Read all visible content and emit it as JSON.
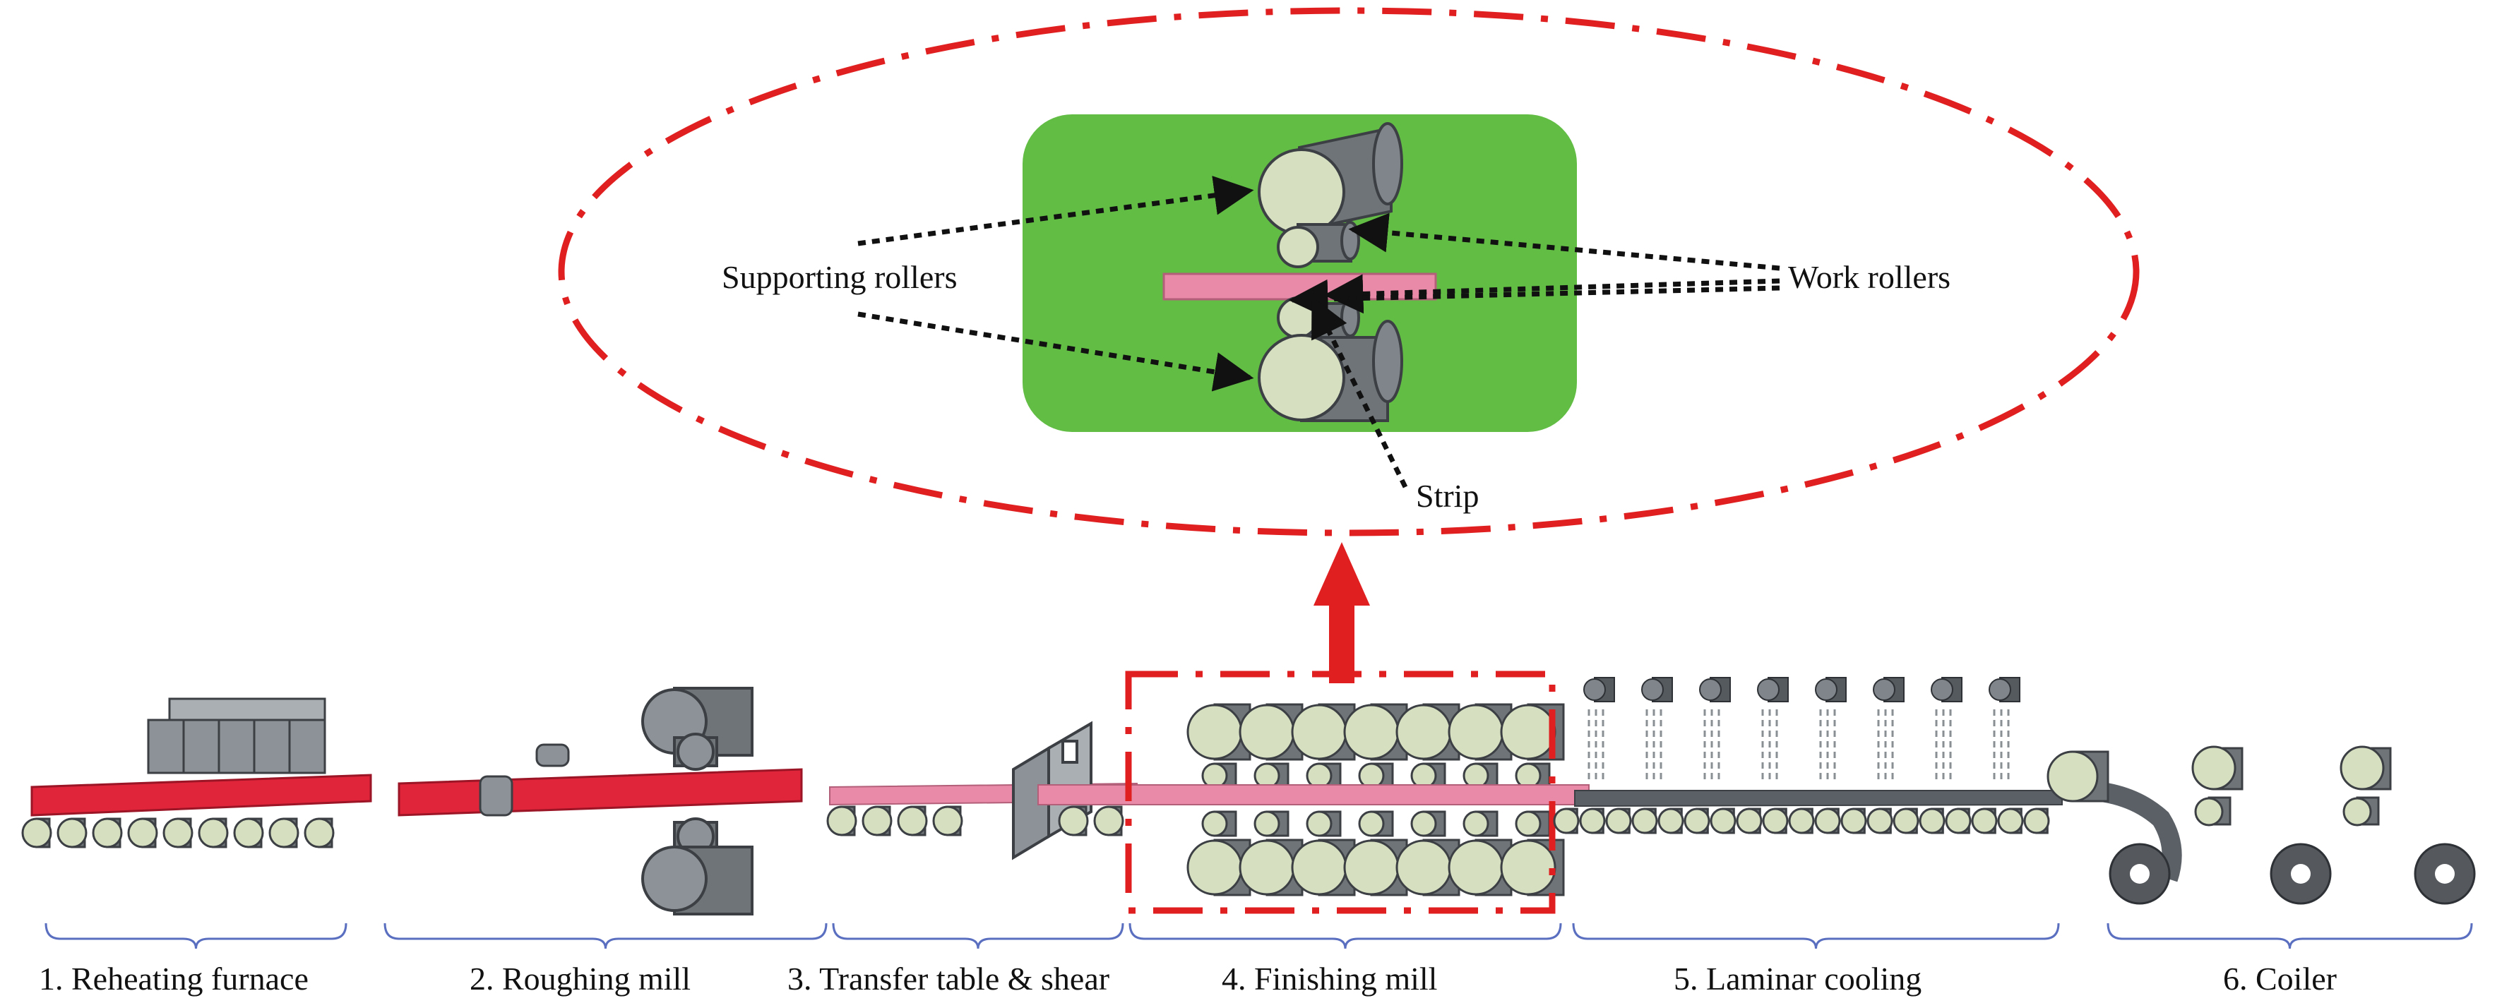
{
  "callout": {
    "labels": {
      "supporting_rollers": "Supporting rollers",
      "work_rollers": "Work rollers",
      "strip": "Strip"
    }
  },
  "stages": [
    {
      "label": "1. Reheating furnace"
    },
    {
      "label": "2. Roughing mill"
    },
    {
      "label": "3. Transfer table & shear"
    },
    {
      "label": "4. Finishing mill"
    },
    {
      "label": "5. Laminar cooling"
    },
    {
      "label": "6. Coiler"
    }
  ],
  "colors": {
    "callout_ellipse": "#e02020",
    "callout_panel": "#62bd45",
    "hot_slab": "#e0243a",
    "strip": "#e88aa8",
    "roller_face": "#d6dfc0",
    "roller_body": "#6e7478",
    "highlight_box": "#e02020",
    "brace": "#5a6fc0"
  }
}
